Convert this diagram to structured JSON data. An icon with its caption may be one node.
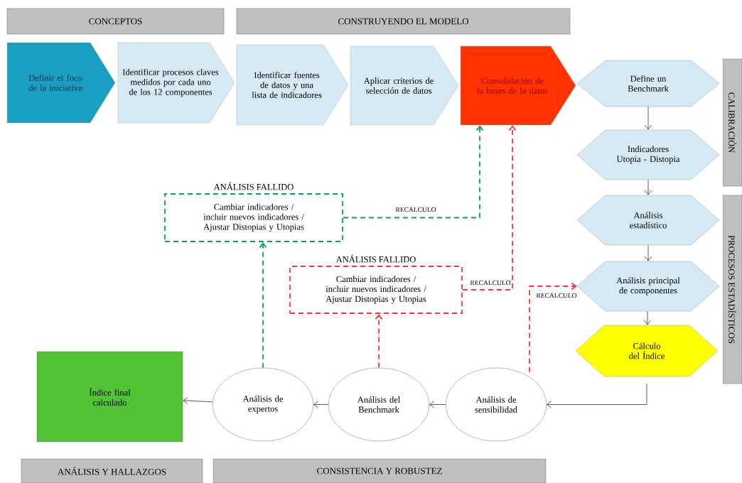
{
  "diagram": {
    "nodes": [
      {
        "text": [
          "CONCEPTOS"
        ]
      },
      {
        "text": [
          "CONSTRUYENDO EL MODELO"
        ]
      },
      {
        "text": [
          "CALIBRACIÓN"
        ]
      },
      {
        "text": [
          "PROCESOS ESTADÍSTICOS"
        ]
      },
      {
        "text": [
          "ANÁLISIS Y HALLAZGOS"
        ]
      },
      {
        "text": [
          "CONSISTENCIA Y ROBUSTEZ"
        ]
      },
      {
        "text": [
          "Definir el foco de la iniciativa"
        ]
      },
      {
        "text": [
          "Identificar procesos claves medidos por cada uno de los 12 componentes"
        ]
      },
      {
        "text": [
          "Identificar fuentes de datos y una lista de indicadores"
        ]
      },
      {
        "text": [
          "Aplicar criterios de selección de datos"
        ]
      },
      {
        "text": [
          "Consolidación de la bases de la datos"
        ]
      },
      {
        "text": [
          "Define un Benchmark"
        ]
      },
      {
        "text": [
          "Indicadores Utopia - Distopia"
        ]
      },
      {
        "text": [
          "Análisis estadístico"
        ]
      },
      {
        "text": [
          "Análisis principal de componentes"
        ]
      },
      {
        "text": [
          "Cálculo del Índice"
        ]
      },
      {
        "text": [
          "ANÁLISIS FALLIDO",
          "Cambiar indicadores / incluir nuevos indicadores / Ajustar Distopias y Utopias"
        ]
      },
      {
        "text": [
          "ANÁLISIS FALLIDO",
          "Cambiar indicadores / incluir nuevos indicadores / Ajustar Distopias y Utopias"
        ]
      },
      {
        "text": [
          "Índice final calculado"
        ]
      },
      {
        "text": [
          "Análisis de expertos"
        ]
      },
      {
        "text": [
          "Análisis del Benchmark"
        ]
      },
      {
        "text": [
          "Análisis de sensibilidad"
        ]
      }
    ],
    "edges": [
      {
        "from": 11,
        "to": 12,
        "arrow": "to"
      },
      {
        "from": 12,
        "to": 13,
        "arrow": "to"
      },
      {
        "from": 13,
        "to": 14,
        "arrow": "to"
      },
      {
        "from": 14,
        "to": 15,
        "arrow": "to"
      },
      {
        "from": 15,
        "to": 21,
        "arrow": "to"
      },
      {
        "from": 21,
        "to": 20,
        "arrow": "to"
      },
      {
        "from": 20,
        "to": 19,
        "arrow": "to"
      },
      {
        "from": 19,
        "to": 18,
        "arrow": "to"
      },
      {
        "from": 19,
        "to": 16,
        "arrow": "to",
        "style": "dashed",
        "color": "#00a651"
      },
      {
        "from": 16,
        "to": 10,
        "arrow": "to",
        "label": "RECALCULO",
        "style": "dashed",
        "color": "#00a651"
      },
      {
        "from": 20,
        "to": 17,
        "arrow": "to",
        "style": "dashed",
        "color": "#ff3333"
      },
      {
        "from": 17,
        "to": 10,
        "arrow": "to",
        "label": "RECALCULO",
        "style": "dashed",
        "color": "#ff3333"
      },
      {
        "from": 21,
        "to": 14,
        "arrow": "to",
        "label": "RECALCULO",
        "style": "dashed",
        "color": "#ff3333"
      }
    ]
  }
}
